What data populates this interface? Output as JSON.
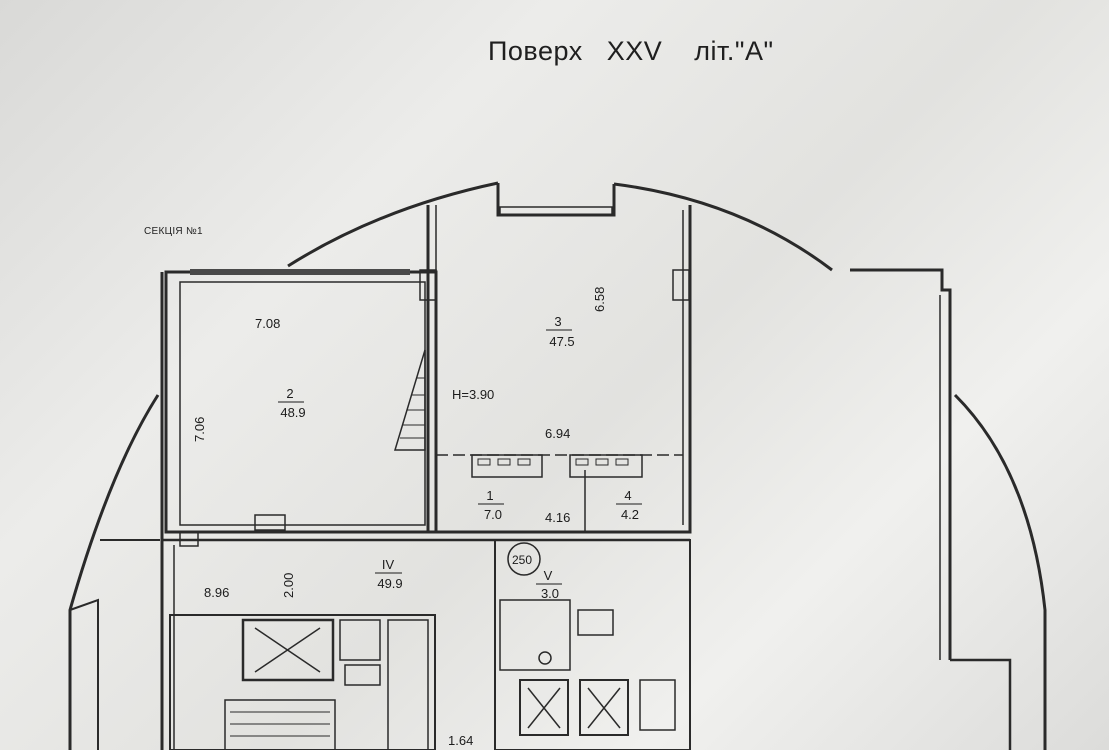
{
  "title": "Поверх   XXV    літ.\"А\"",
  "section": "СЕКЦІЯ №1",
  "rooms": [
    {
      "id": "room-2",
      "number": "2",
      "area": "48.9"
    },
    {
      "id": "room-3",
      "number": "3",
      "area": "47.5"
    },
    {
      "id": "room-1",
      "number": "1",
      "area": "7.0"
    },
    {
      "id": "room-4",
      "number": "4",
      "area": "4.2"
    },
    {
      "id": "room-iv",
      "number": "IV",
      "area": "49.9"
    },
    {
      "id": "room-v",
      "number": "V",
      "area": "3.0"
    }
  ],
  "dimensions": {
    "d708": "7.08",
    "d706": "7.06",
    "d658": "6.58",
    "d694": "6.94",
    "d416": "4.16",
    "d896": "8.96",
    "d200": "2.00",
    "d164": "1.64"
  },
  "height_note": "H=3.90",
  "circle_mark": "250",
  "colors": {
    "line": "#2a2a2a",
    "paper": "#e6e6e4"
  }
}
